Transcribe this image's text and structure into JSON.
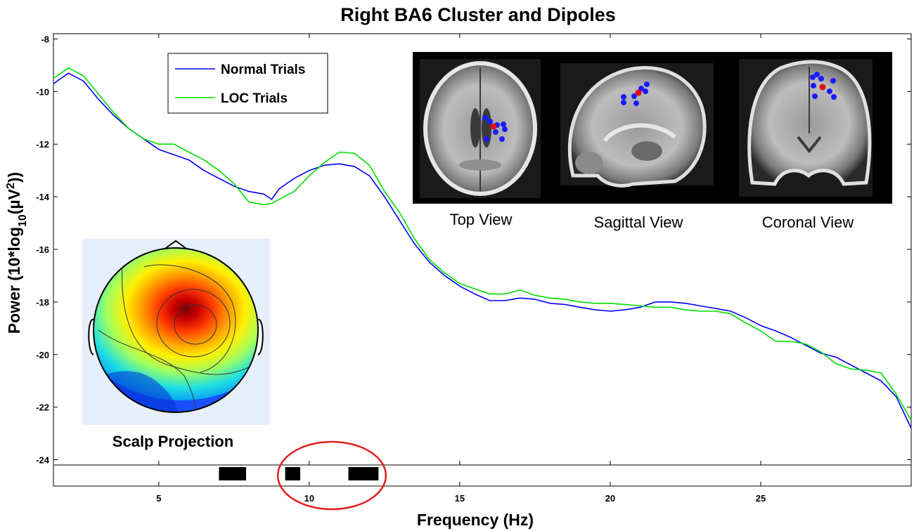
{
  "chart_data": {
    "type": "line",
    "title": "Right BA6 Cluster and Dipoles",
    "xlabel": "Frequency (Hz)",
    "ylabel_main": "Power (10*log",
    "ylabel_sub": "10",
    "ylabel_tail": "(µV",
    "ylabel_sup": "2",
    "ylabel_end": "))",
    "xlim": [
      1.5,
      30
    ],
    "ylim": [
      -24.2,
      -7.8
    ],
    "xticks": [
      5,
      10,
      15,
      20,
      25
    ],
    "yticks": [
      -24,
      -22,
      -20,
      -18,
      -16,
      -14,
      -12,
      -10,
      -8
    ],
    "legend_position": "top-left",
    "series": [
      {
        "name": "Normal Trials",
        "color": "#0000ff",
        "x": [
          1.5,
          2,
          2.5,
          3,
          3.5,
          4,
          4.5,
          5,
          5.5,
          6,
          6.5,
          7,
          7.5,
          8,
          8.5,
          8.75,
          9,
          9.5,
          10,
          10.5,
          11,
          11.5,
          12,
          12.5,
          13,
          13.5,
          14,
          14.5,
          15,
          15.5,
          16,
          16.5,
          17,
          17.5,
          18,
          18.5,
          19,
          19.5,
          20,
          20.5,
          21,
          21.5,
          22,
          22.5,
          23,
          23.5,
          24,
          24.5,
          25,
          25.5,
          26,
          26.5,
          27,
          27.5,
          28,
          28.5,
          29,
          29.5,
          30
        ],
        "values": [
          -9.7,
          -9.3,
          -9.6,
          -10.3,
          -10.9,
          -11.4,
          -11.8,
          -12.2,
          -12.4,
          -12.6,
          -13.0,
          -13.3,
          -13.6,
          -13.8,
          -13.9,
          -14.1,
          -13.7,
          -13.3,
          -13.0,
          -12.8,
          -12.75,
          -12.85,
          -13.2,
          -14.0,
          -14.9,
          -15.8,
          -16.5,
          -17.0,
          -17.4,
          -17.7,
          -17.95,
          -17.95,
          -17.85,
          -17.9,
          -18.05,
          -18.1,
          -18.2,
          -18.3,
          -18.35,
          -18.3,
          -18.2,
          -18.0,
          -18.0,
          -18.05,
          -18.15,
          -18.25,
          -18.35,
          -18.6,
          -18.9,
          -19.1,
          -19.35,
          -19.65,
          -19.95,
          -20.1,
          -20.4,
          -20.7,
          -21.0,
          -21.6,
          -22.8
        ]
      },
      {
        "name": "LOC Trials",
        "color": "#00dd00",
        "x": [
          1.5,
          2,
          2.5,
          3,
          3.5,
          4,
          4.5,
          5,
          5.5,
          6,
          6.5,
          7,
          7.5,
          8,
          8.5,
          8.75,
          9,
          9.5,
          10,
          10.5,
          11,
          11.5,
          12,
          12.5,
          13,
          13.5,
          14,
          14.5,
          15,
          15.5,
          16,
          16.5,
          17,
          17.5,
          18,
          18.5,
          19,
          19.5,
          20,
          20.5,
          21,
          21.5,
          22,
          22.5,
          23,
          23.5,
          24,
          24.5,
          25,
          25.5,
          26,
          26.5,
          27,
          27.5,
          28,
          28.5,
          29,
          29.5,
          30
        ],
        "values": [
          -9.5,
          -9.1,
          -9.4,
          -10.1,
          -10.8,
          -11.4,
          -11.8,
          -12.0,
          -12.0,
          -12.3,
          -12.6,
          -13.0,
          -13.5,
          -14.2,
          -14.3,
          -14.25,
          -14.1,
          -13.8,
          -13.2,
          -12.7,
          -12.3,
          -12.35,
          -12.8,
          -13.8,
          -14.6,
          -15.6,
          -16.4,
          -16.9,
          -17.3,
          -17.5,
          -17.7,
          -17.7,
          -17.55,
          -17.75,
          -17.85,
          -17.9,
          -18.0,
          -18.05,
          -18.05,
          -18.1,
          -18.15,
          -18.2,
          -18.2,
          -18.3,
          -18.35,
          -18.35,
          -18.45,
          -18.8,
          -19.1,
          -19.5,
          -19.5,
          -19.6,
          -19.9,
          -20.35,
          -20.55,
          -20.6,
          -20.7,
          -21.5,
          -22.5
        ]
      }
    ],
    "significance_bars": [
      [
        7.0,
        7.9
      ],
      [
        9.2,
        9.7
      ],
      [
        11.3,
        12.3
      ]
    ],
    "significance_highlight": [
      9.0,
      12.5
    ],
    "scalp_label": "Scalp Projection",
    "views": [
      "Top View",
      "Sagittal View",
      "Coronal View"
    ]
  }
}
